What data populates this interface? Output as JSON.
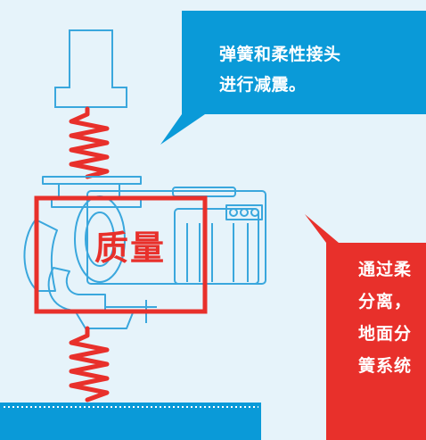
{
  "callouts": {
    "blue_text": "弹簧和柔性接头\n进行减震。",
    "red_text": "通过柔\n分离，\n地面分\n簧系统"
  },
  "mass_label": "质量",
  "colors": {
    "background": "#e6f3fa",
    "blue": "#0a9ad8",
    "red": "#e8302b",
    "outline": "#3aa7dd",
    "white": "#ffffff"
  },
  "icons": {
    "machine": "machine-outline-icon",
    "spring": "spring-icon",
    "ground": "ground-platform-icon"
  }
}
